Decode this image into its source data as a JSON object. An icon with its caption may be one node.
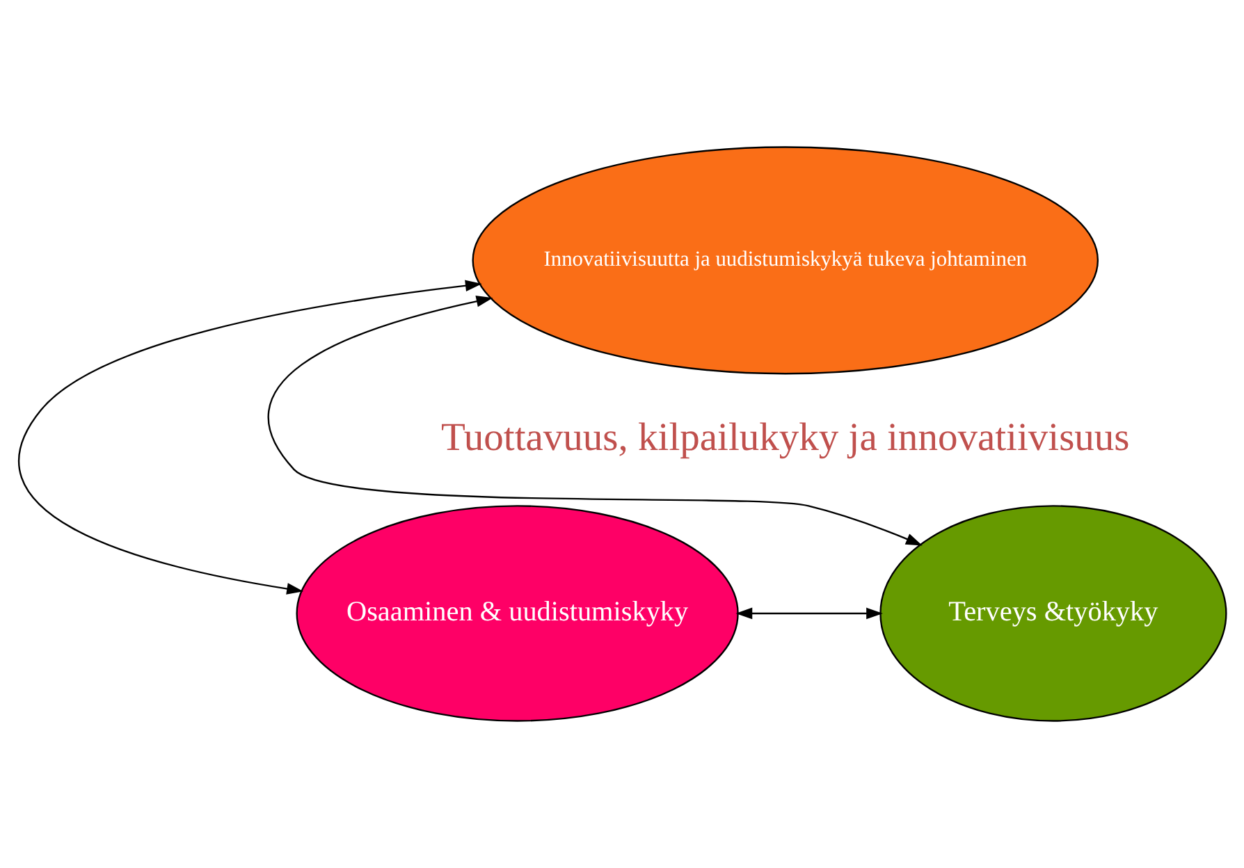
{
  "diagram": {
    "nodes": [
      {
        "text": [
          "Innovatiivisuutta ja uudistumiskykyä tukeva johtaminen"
        ]
      },
      {
        "text": [
          "Osaaminen & uudistumiskyky"
        ]
      },
      {
        "text": [
          "Terveys &työkyky"
        ]
      }
    ],
    "edges": [
      {
        "from": 0,
        "to": 1,
        "arrow": "both"
      },
      {
        "from": 1,
        "to": 2,
        "arrow": "both"
      },
      {
        "from": 0,
        "to": 2,
        "arrow": "both"
      }
    ],
    "labels": [
      "Tuottavuus, kilpailukyky ja innovatiivisuus"
    ]
  }
}
